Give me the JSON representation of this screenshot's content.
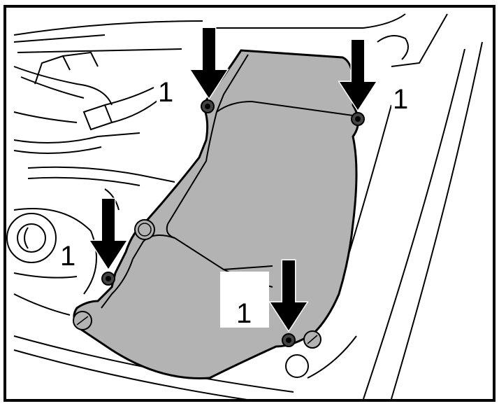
{
  "figure": {
    "callouts": [
      {
        "id": "fastener-1",
        "label": "1"
      },
      {
        "id": "fastener-2",
        "label": "1"
      },
      {
        "id": "fastener-3",
        "label": "1"
      },
      {
        "id": "fastener-4",
        "label": "1"
      }
    ],
    "colors": {
      "line": "#000000",
      "panel_fill": "#b3b3b3",
      "background": "#ffffff"
    },
    "icons": [
      "down-arrow-icon",
      "bolt-icon",
      "bolt-icon",
      "bolt-icon",
      "bolt-icon"
    ]
  }
}
